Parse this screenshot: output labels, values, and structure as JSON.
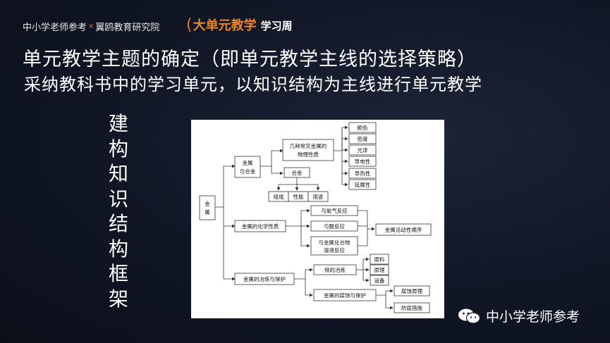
{
  "header": {
    "org1": "中小学老师参考",
    "sep": "×",
    "org2": "翼鸥教育研究院",
    "brand_main": "大单元教学",
    "brand_sub": "学习周"
  },
  "title": "单元教学主题的确定（即单元教学主线的选择策略）",
  "subtitle": "采纳教科书中的学习单元，以知识结构为主线进行单元教学",
  "vertical_title": [
    "建",
    "构",
    "知",
    "识",
    "结",
    "构",
    "框",
    "架"
  ],
  "diagram": {
    "root": "金属",
    "alloy_branch": {
      "node": "金属与合金",
      "physical": "几种常见金属的物理性质",
      "properties": [
        "颜色",
        "密度",
        "光泽",
        "导电性",
        "导热性",
        "延展性"
      ],
      "alloy": "合金",
      "alloy_children": [
        "组成",
        "性能",
        "用途"
      ]
    },
    "chemical_branch": {
      "node": "金属的化学性质",
      "reactions": [
        "与氧气反应",
        "与酸反应",
        "与金属化合物溶液反应"
      ],
      "result": "金属活动性顺序"
    },
    "smelting_branch": {
      "node": "金属的冶炼与保护",
      "iron": "铁的冶炼",
      "iron_children": [
        "原料",
        "原理",
        "设备"
      ],
      "corrosion": "金属的腐蚀与保护",
      "corrosion_children": [
        "腐蚀原理",
        "防腐措施"
      ]
    }
  },
  "watermark": "中小学老师参考"
}
